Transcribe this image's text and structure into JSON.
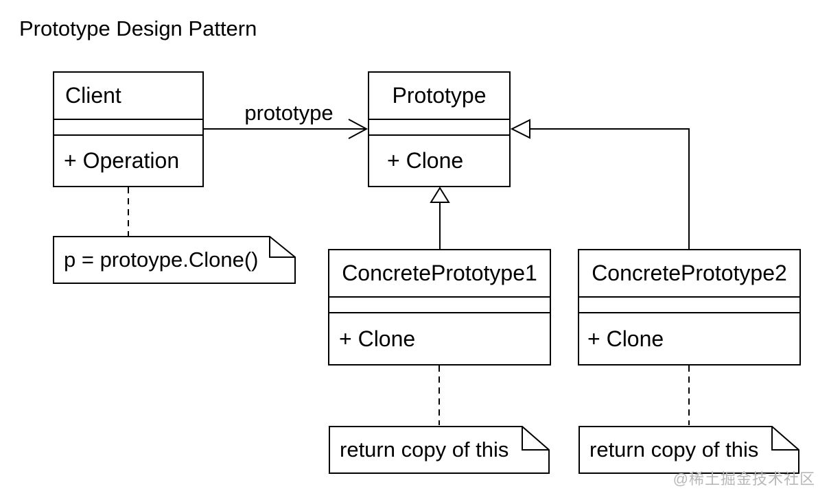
{
  "title": "Prototype Design Pattern",
  "classes": {
    "client": {
      "name": "Client",
      "operations": "+ Operation"
    },
    "prototype": {
      "name": "Prototype",
      "operations": "+ Clone"
    },
    "concrete1": {
      "name": "ConcretePrototype1",
      "operations": "+ Clone"
    },
    "concrete2": {
      "name": "ConcretePrototype2",
      "operations": "+ Clone"
    }
  },
  "labels": {
    "association": "prototype"
  },
  "notes": {
    "client": "p = protoype.Clone()",
    "concrete1": "return copy of this",
    "concrete2": "return copy of this"
  },
  "watermark": "@稀土掘金技术社区",
  "colors": {
    "line": "#000000",
    "background": "#ffffff",
    "watermark": "#b8b8b8"
  }
}
